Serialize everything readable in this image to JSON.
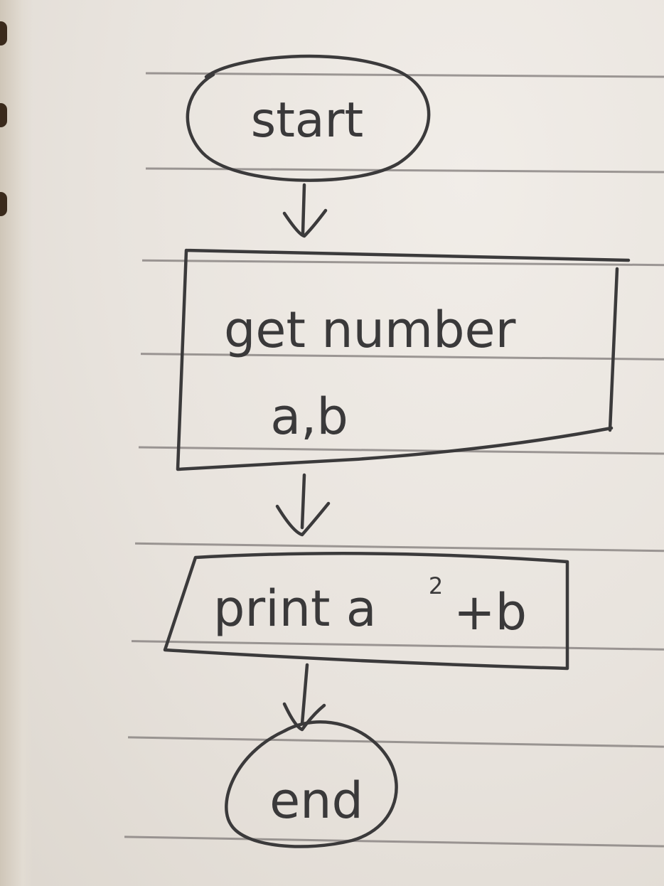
{
  "flowchart": {
    "start_label": "start",
    "input_line1": "get number",
    "input_line2": "a,b",
    "output_text": "print a",
    "output_exponent": "2",
    "output_suffix": "+b",
    "end_label": "end"
  }
}
